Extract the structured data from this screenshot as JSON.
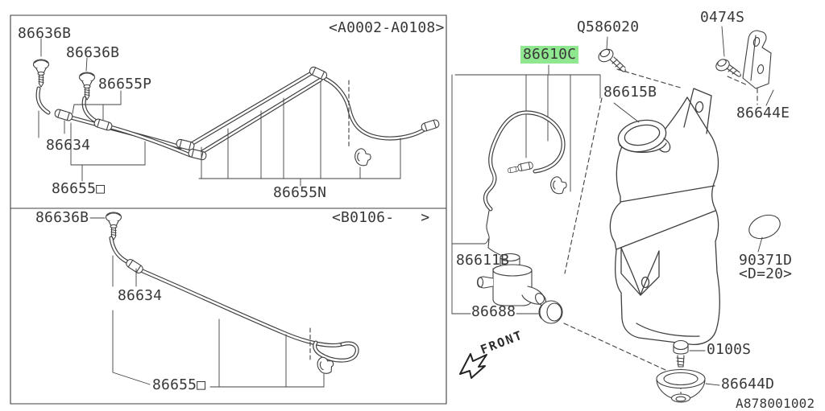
{
  "diagram": {
    "footer_code": "A878001002",
    "front_marker": "FRONT",
    "highlight_color": "#8fe78f",
    "line_color": "#3f3f3f",
    "top_panel": {
      "range_code": "<A0002-A0108>",
      "parts": {
        "nozzle_left": "86636B",
        "nozzle_right": "86636B",
        "joint": "86655P",
        "tube": "86634",
        "hose": "86655□",
        "hose_n": "86655N"
      }
    },
    "bottom_panel": {
      "range_code": "<B0106-   >",
      "parts": {
        "nozzle": "86636B",
        "tube": "86634",
        "hose": "86655□"
      }
    },
    "main_area": {
      "parts": {
        "screw_q586020": "Q586020",
        "screw_0474s": "0474S",
        "hose_86610c": "86610C",
        "tank": "86615B",
        "bracket_right": "86644E",
        "washer_motor": "86611B",
        "packing_86688": "86688",
        "plug": "90371D",
        "plug_size": "<D=20>",
        "bolt": "0100S",
        "packing_86644d": "86644D"
      }
    }
  }
}
